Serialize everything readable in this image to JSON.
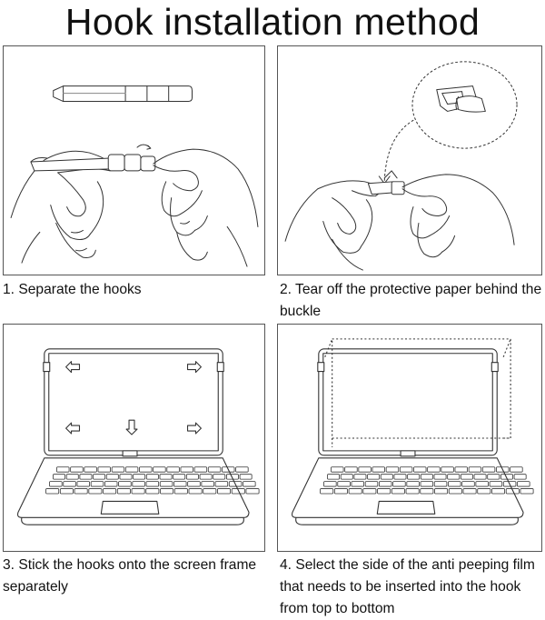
{
  "title": "Hook installation method",
  "steps": [
    {
      "caption": "1. Separate the hooks",
      "illustration": "hands-separating-hooks"
    },
    {
      "caption": "2. Tear off the protective paper behind the buckle",
      "illustration": "hands-peeling-paper"
    },
    {
      "caption": "3. Stick the hooks onto the screen frame separately",
      "illustration": "laptop-with-hook-arrows"
    },
    {
      "caption": "4. Select the side of the anti peeping film that needs to be inserted into the hook from top to bottom",
      "illustration": "laptop-with-film-insertion"
    }
  ],
  "colors": {
    "line": "#333333",
    "panel_border": "#555555",
    "background": "#ffffff"
  }
}
